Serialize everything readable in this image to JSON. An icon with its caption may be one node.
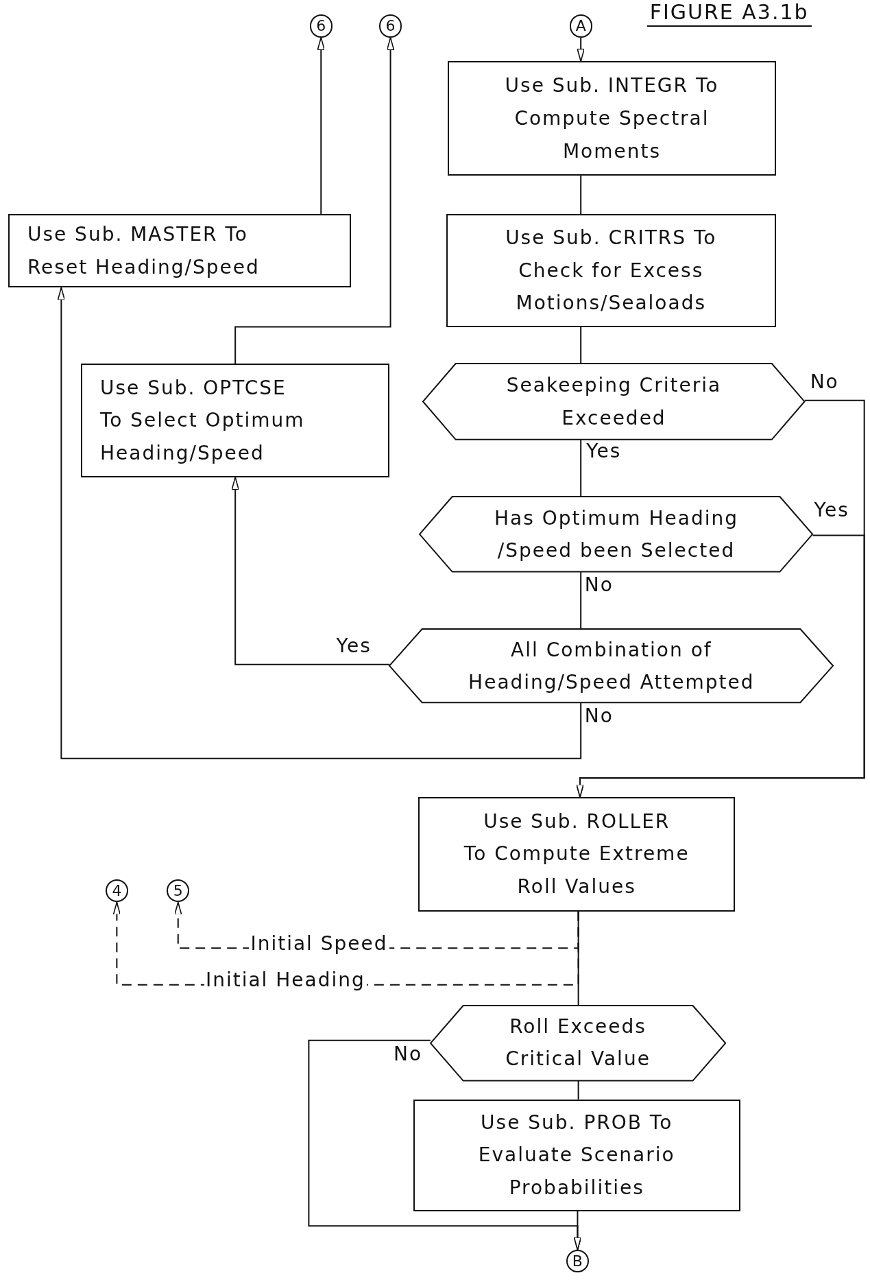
{
  "diagram": {
    "title": "FIGURE A3.1b",
    "nodes": [
      {
        "text": [
          "6"
        ]
      },
      {
        "text": [
          "6"
        ]
      },
      {
        "text": [
          "A"
        ]
      },
      {
        "text": [
          "Use Sub. INTEGR To Compute Spectral Moments"
        ]
      },
      {
        "text": [
          "Use Sub. MASTER To Reset Heading/Speed"
        ]
      },
      {
        "text": [
          "Use Sub. CRITRS To Check for Excess Motions/Sealoads"
        ]
      },
      {
        "text": [
          "Seakeeping Criteria Exceeded"
        ]
      },
      {
        "text": [
          "Use Sub. OPTCSE To Select Optimum Heading/Speed"
        ]
      },
      {
        "text": [
          "Has Optimum Heading /Speed been Selected"
        ]
      },
      {
        "text": [
          "All Combination of Heading/Speed Attempted"
        ]
      },
      {
        "text": [
          "Use Sub. ROLLER To Compute Extreme Roll Values"
        ]
      },
      {
        "text": [
          "4"
        ]
      },
      {
        "text": [
          "5"
        ]
      },
      {
        "text": [
          "Roll Exceeds Critical Value"
        ]
      },
      {
        "text": [
          "Use Sub. PROB To Evaluate Scenario Probabilities"
        ]
      },
      {
        "text": [
          "B"
        ]
      }
    ],
    "edges": [
      {
        "from": 2,
        "to": 3,
        "arrow": "to"
      },
      {
        "from": 3,
        "to": 5,
        "arrow": "none"
      },
      {
        "from": 5,
        "to": 6,
        "arrow": "none"
      },
      {
        "from": 6,
        "to": 10,
        "label": "No",
        "arrow": "to"
      },
      {
        "from": 6,
        "to": 8,
        "label": "Yes",
        "arrow": "none"
      },
      {
        "from": 8,
        "to": 10,
        "label": "Yes",
        "arrow": "to"
      },
      {
        "from": 8,
        "to": 9,
        "label": "No",
        "arrow": "none"
      },
      {
        "from": 9,
        "to": 7,
        "label": "Yes",
        "arrow": "to"
      },
      {
        "from": 9,
        "to": 4,
        "label": "No",
        "arrow": "to"
      },
      {
        "from": 7,
        "to": 1,
        "arrow": "to"
      },
      {
        "from": 4,
        "to": 0,
        "arrow": "to"
      },
      {
        "from": 10,
        "to": 13,
        "arrow": "none"
      },
      {
        "from": 13,
        "to": 14,
        "arrow": "none"
      },
      {
        "from": 14,
        "to": 15,
        "arrow": "to"
      },
      {
        "from": 13,
        "to": 15,
        "label": "No",
        "arrow": "to"
      },
      {
        "from": 10,
        "to": 12,
        "label": "Initial Speed",
        "arrow": "to",
        "style": "dashed"
      },
      {
        "from": 10,
        "to": 11,
        "label": "Initial Heading",
        "arrow": "to",
        "style": "dashed"
      }
    ]
  }
}
